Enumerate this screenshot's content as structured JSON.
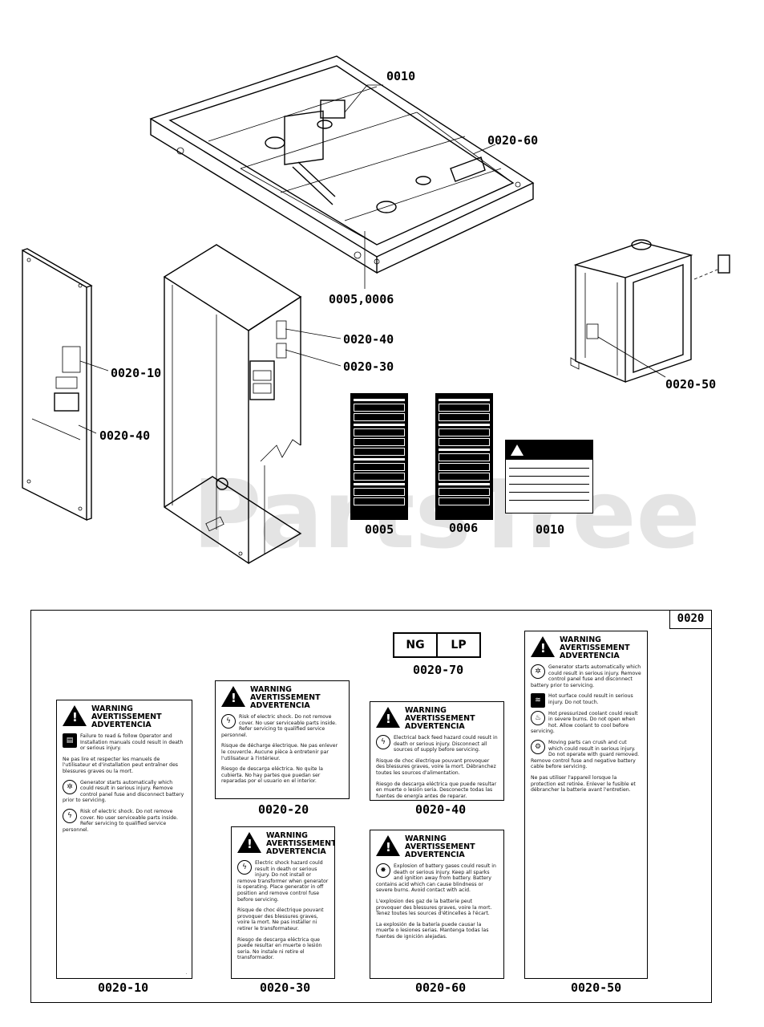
{
  "callouts": {
    "p0010": "0010",
    "p0020_60": "0020-60",
    "p0005_0006": "0005,0006",
    "p0020_40_top": "0020-40",
    "p0020_30_top": "0020-30",
    "p0020_10_top": "0020-10",
    "p0020_40_left": "0020-40",
    "p0020_50_top": "0020-50"
  },
  "decal_labels": {
    "d0005": "0005",
    "d0006": "0006",
    "d0010": "0010"
  },
  "watermark": "PartsTree",
  "kit": {
    "tag": "0020",
    "fuel_ng": "NG",
    "fuel_lp": "LP",
    "labels": {
      "l70": "0020-70",
      "l20": "0020-20",
      "l40": "0020-40",
      "l10": "0020-10",
      "l30": "0020-30",
      "l60": "0020-60",
      "l50": "0020-50"
    },
    "warning_words": [
      "WARNING",
      "AVERTISSEMENT",
      "ADVERTENCIA"
    ],
    "texts": {
      "t10a": "Failure to read & follow Operator and Installation manuals could result in death or serious injury.",
      "t10b": "Ne pas lire et respecter les manuels de l'utilisateur et d'installation peut entraîner des blessures graves ou la mort.",
      "t10c": "Generator starts automatically which could result in serious injury. Remove control panel fuse and disconnect battery prior to servicing.",
      "t10d": "Risk of electric shock. Do not remove cover. No user serviceable parts inside. Refer servicing to qualified service personnel.",
      "t20a": "Risk of electric shock. Do not remove cover. No user serviceable parts inside. Refer servicing to qualified service personnel.",
      "t20b": "Risque de décharge électrique. Ne pas enlever le couvercle. Aucune pièce à entretenir par l'utilisateur à l'intérieur.",
      "t20c": "Riesgo de descarga eléctrica. No quite la cubierta. No hay partes que puedan ser reparadas por el usuario en el interior.",
      "t40a": "Electrical back feed hazard could result in death or serious injury. Disconnect all sources of supply before servicing.",
      "t40b": "Risque de choc électrique pouvant provoquer des blessures graves, voire la mort. Débranchez toutes les sources d'alimentation.",
      "t40c": "Riesgo de descarga eléctrica que puede resultar en muerte o lesión seria. Desconecte todas las fuentes de energía antes de reparar.",
      "t30a": "Electric shock hazard could result in death or serious injury. Do not install or remove transformer when generator is operating. Place generator in off position and remove control fuse before servicing.",
      "t30b": "Risque de choc électrique pouvant provoquer des blessures graves, voire la mort. Ne pas installer ni retirer le transformateur.",
      "t30c": "Riesgo de descarga eléctrica que puede resultar en muerte o lesión seria. No instale ni retire el transformador.",
      "t60a": "Explosion of battery gases could result in death or serious injury. Keep all sparks and ignition away from battery. Battery contains acid which can cause blindness or severe burns. Avoid contact with acid.",
      "t60b": "L'explosion des gaz de la batterie peut provoquer des blessures graves, voire la mort. Tenez toutes les sources d'étincelles à l'écart.",
      "t60c": "La explosión de la batería puede causar la muerte o lesiones serias. Mantenga todas las fuentes de ignición alejadas.",
      "t50a": "Generator starts automatically which could result in serious injury. Remove control panel fuse and disconnect battery prior to servicing.",
      "t50b": "Hot surface could result in serious injury. Do not touch.",
      "t50c": "Hot pressurized coolant could result in severe burns. Do not open when hot. Allow coolant to cool before servicing.",
      "t50d": "Moving parts can crush and cut which could result in serious injury. Do not operate with guard removed. Remove control fuse and negative battery cable before servicing.",
      "t50e": "Ne pas utiliser l'appareil lorsque la protection est retirée. Enlever le fusible et débrancher la batterie avant l'entretien."
    }
  }
}
